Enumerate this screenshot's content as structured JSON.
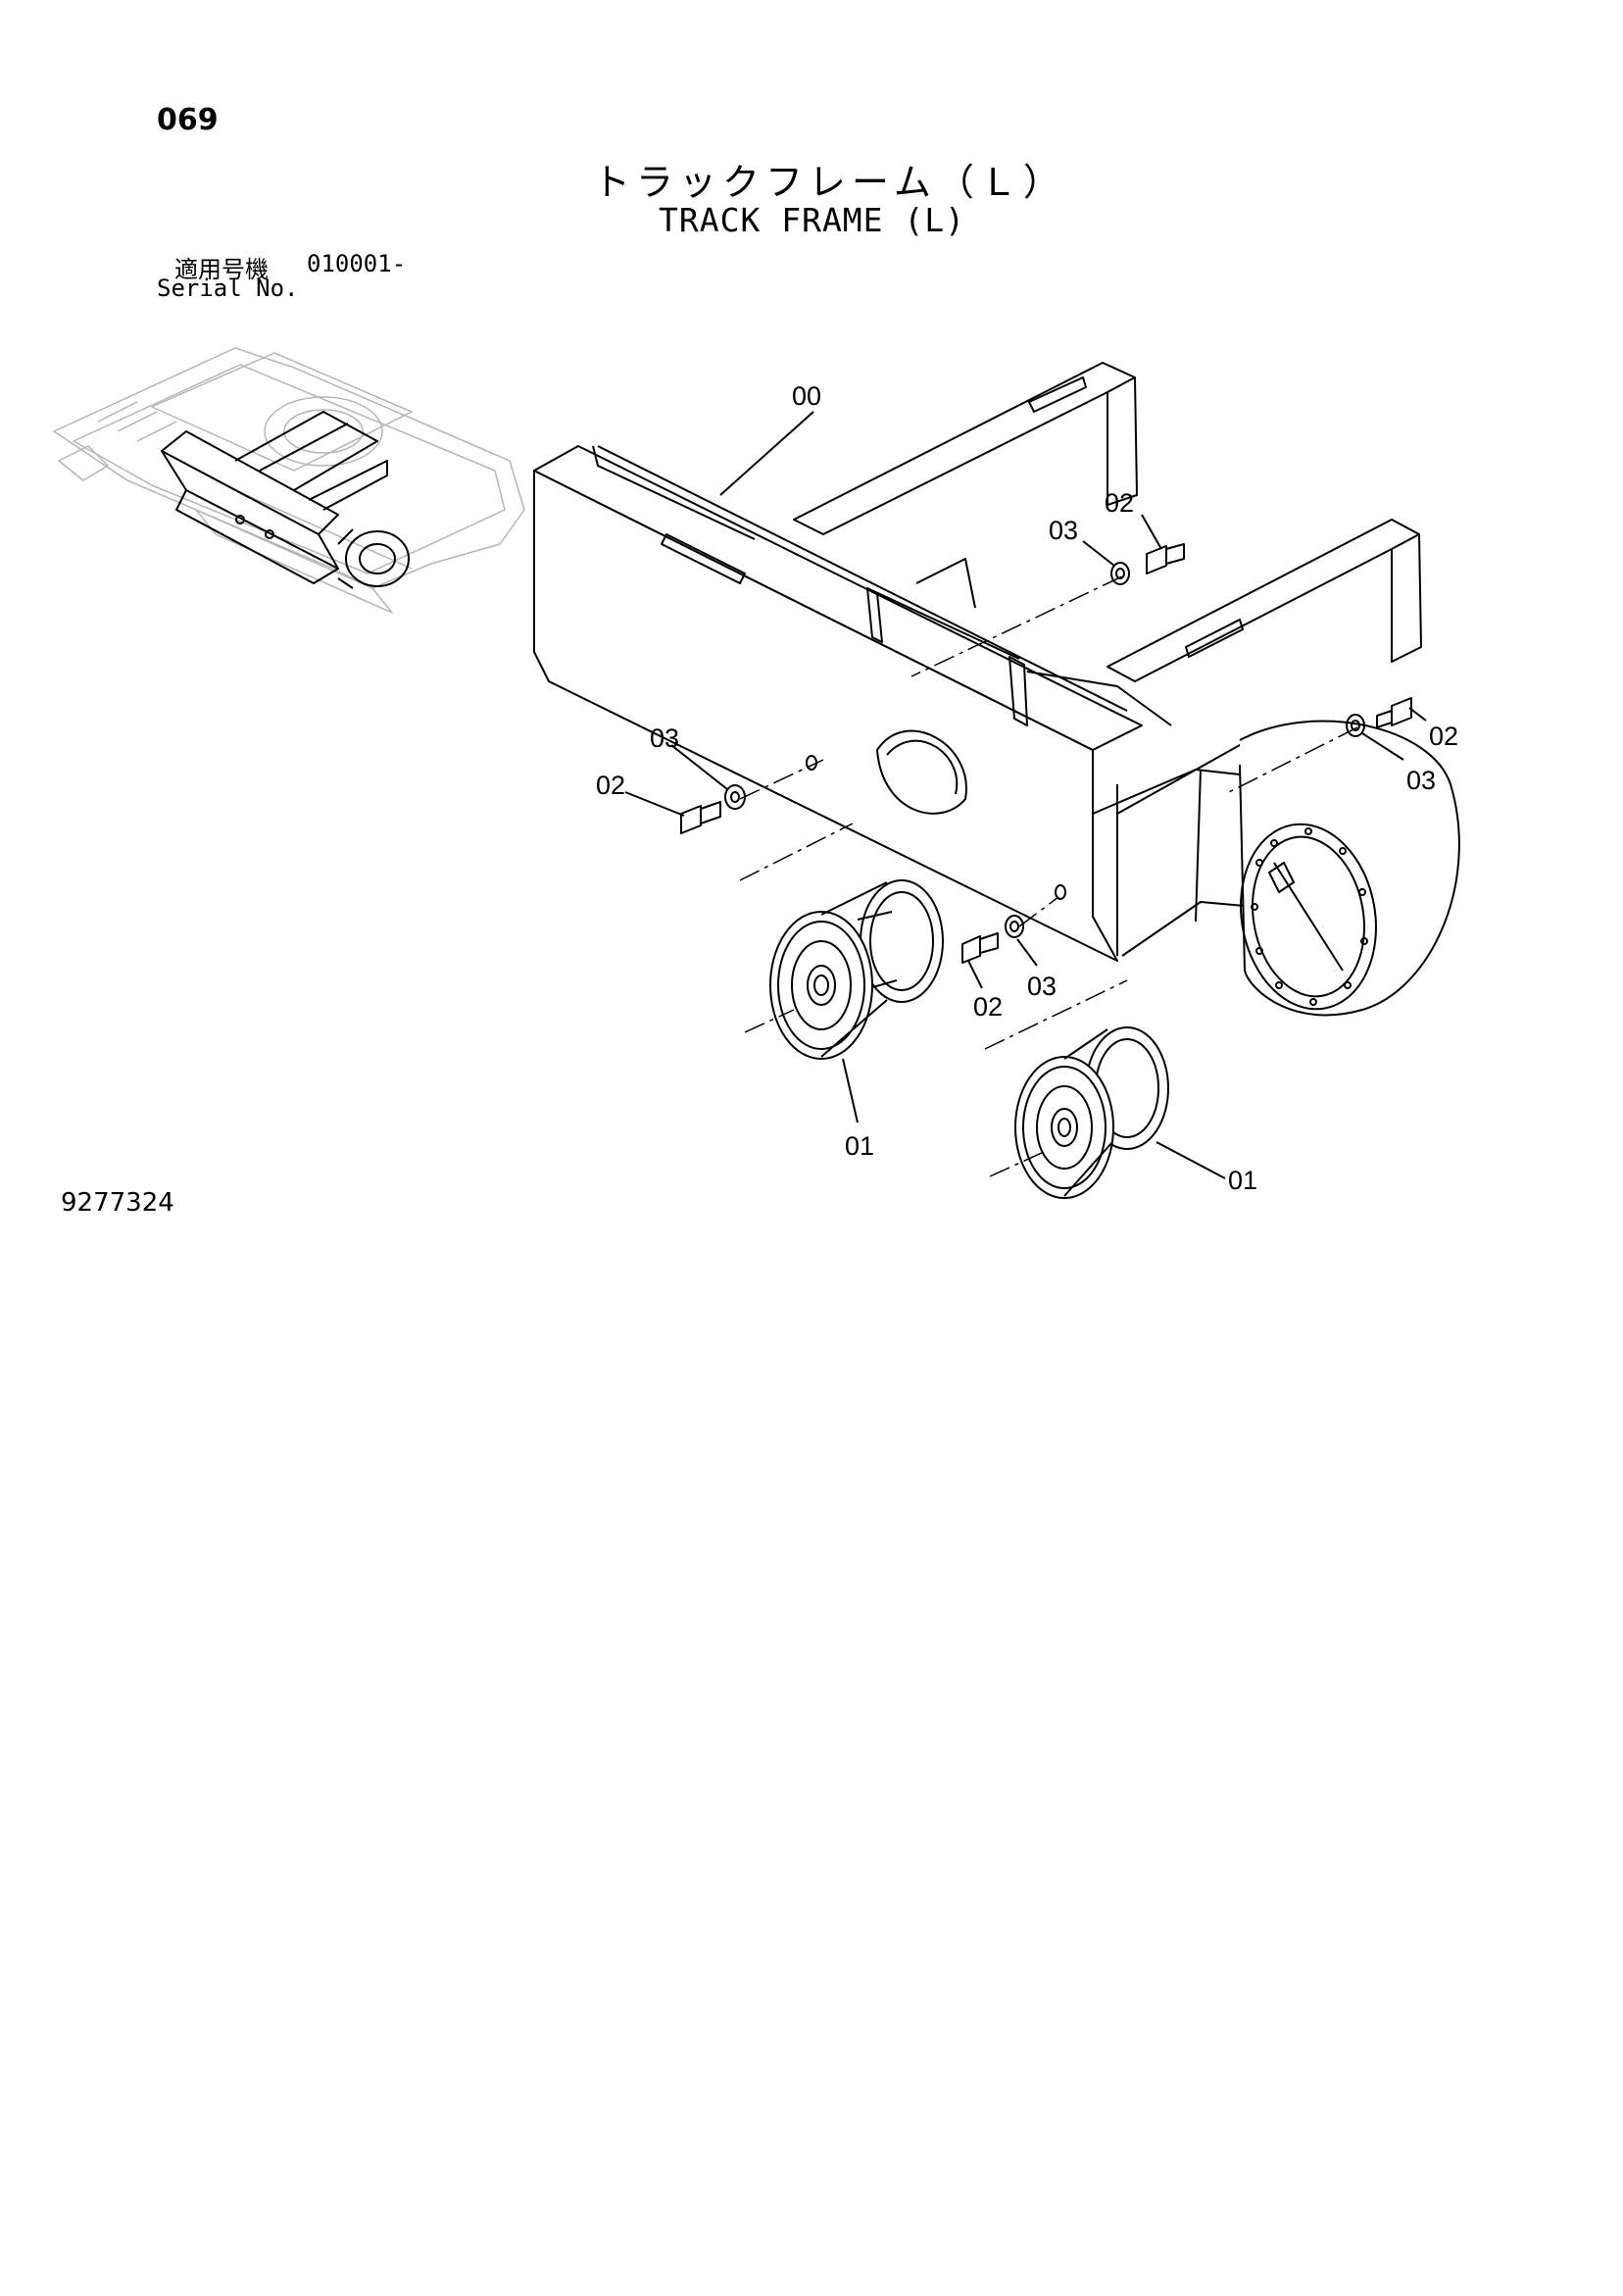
{
  "header": {
    "page_number": "069",
    "title_ja": "トラックフレーム（Ｌ）",
    "title_en": "TRACK FRAME (L)",
    "serial_label_ja": "適用号機",
    "serial_range": "010001-",
    "serial_label_en": "Serial No."
  },
  "footer": {
    "drawing_number": "9277324"
  },
  "callouts": {
    "frame": "00",
    "bolt_top": "02",
    "washer_top": "03",
    "bolt_right": "02",
    "washer_right": "03",
    "washer_left": "03",
    "bolt_left": "02",
    "bolt_mid": "02",
    "washer_mid": "03",
    "roller_left": "01",
    "roller_right": "01"
  }
}
